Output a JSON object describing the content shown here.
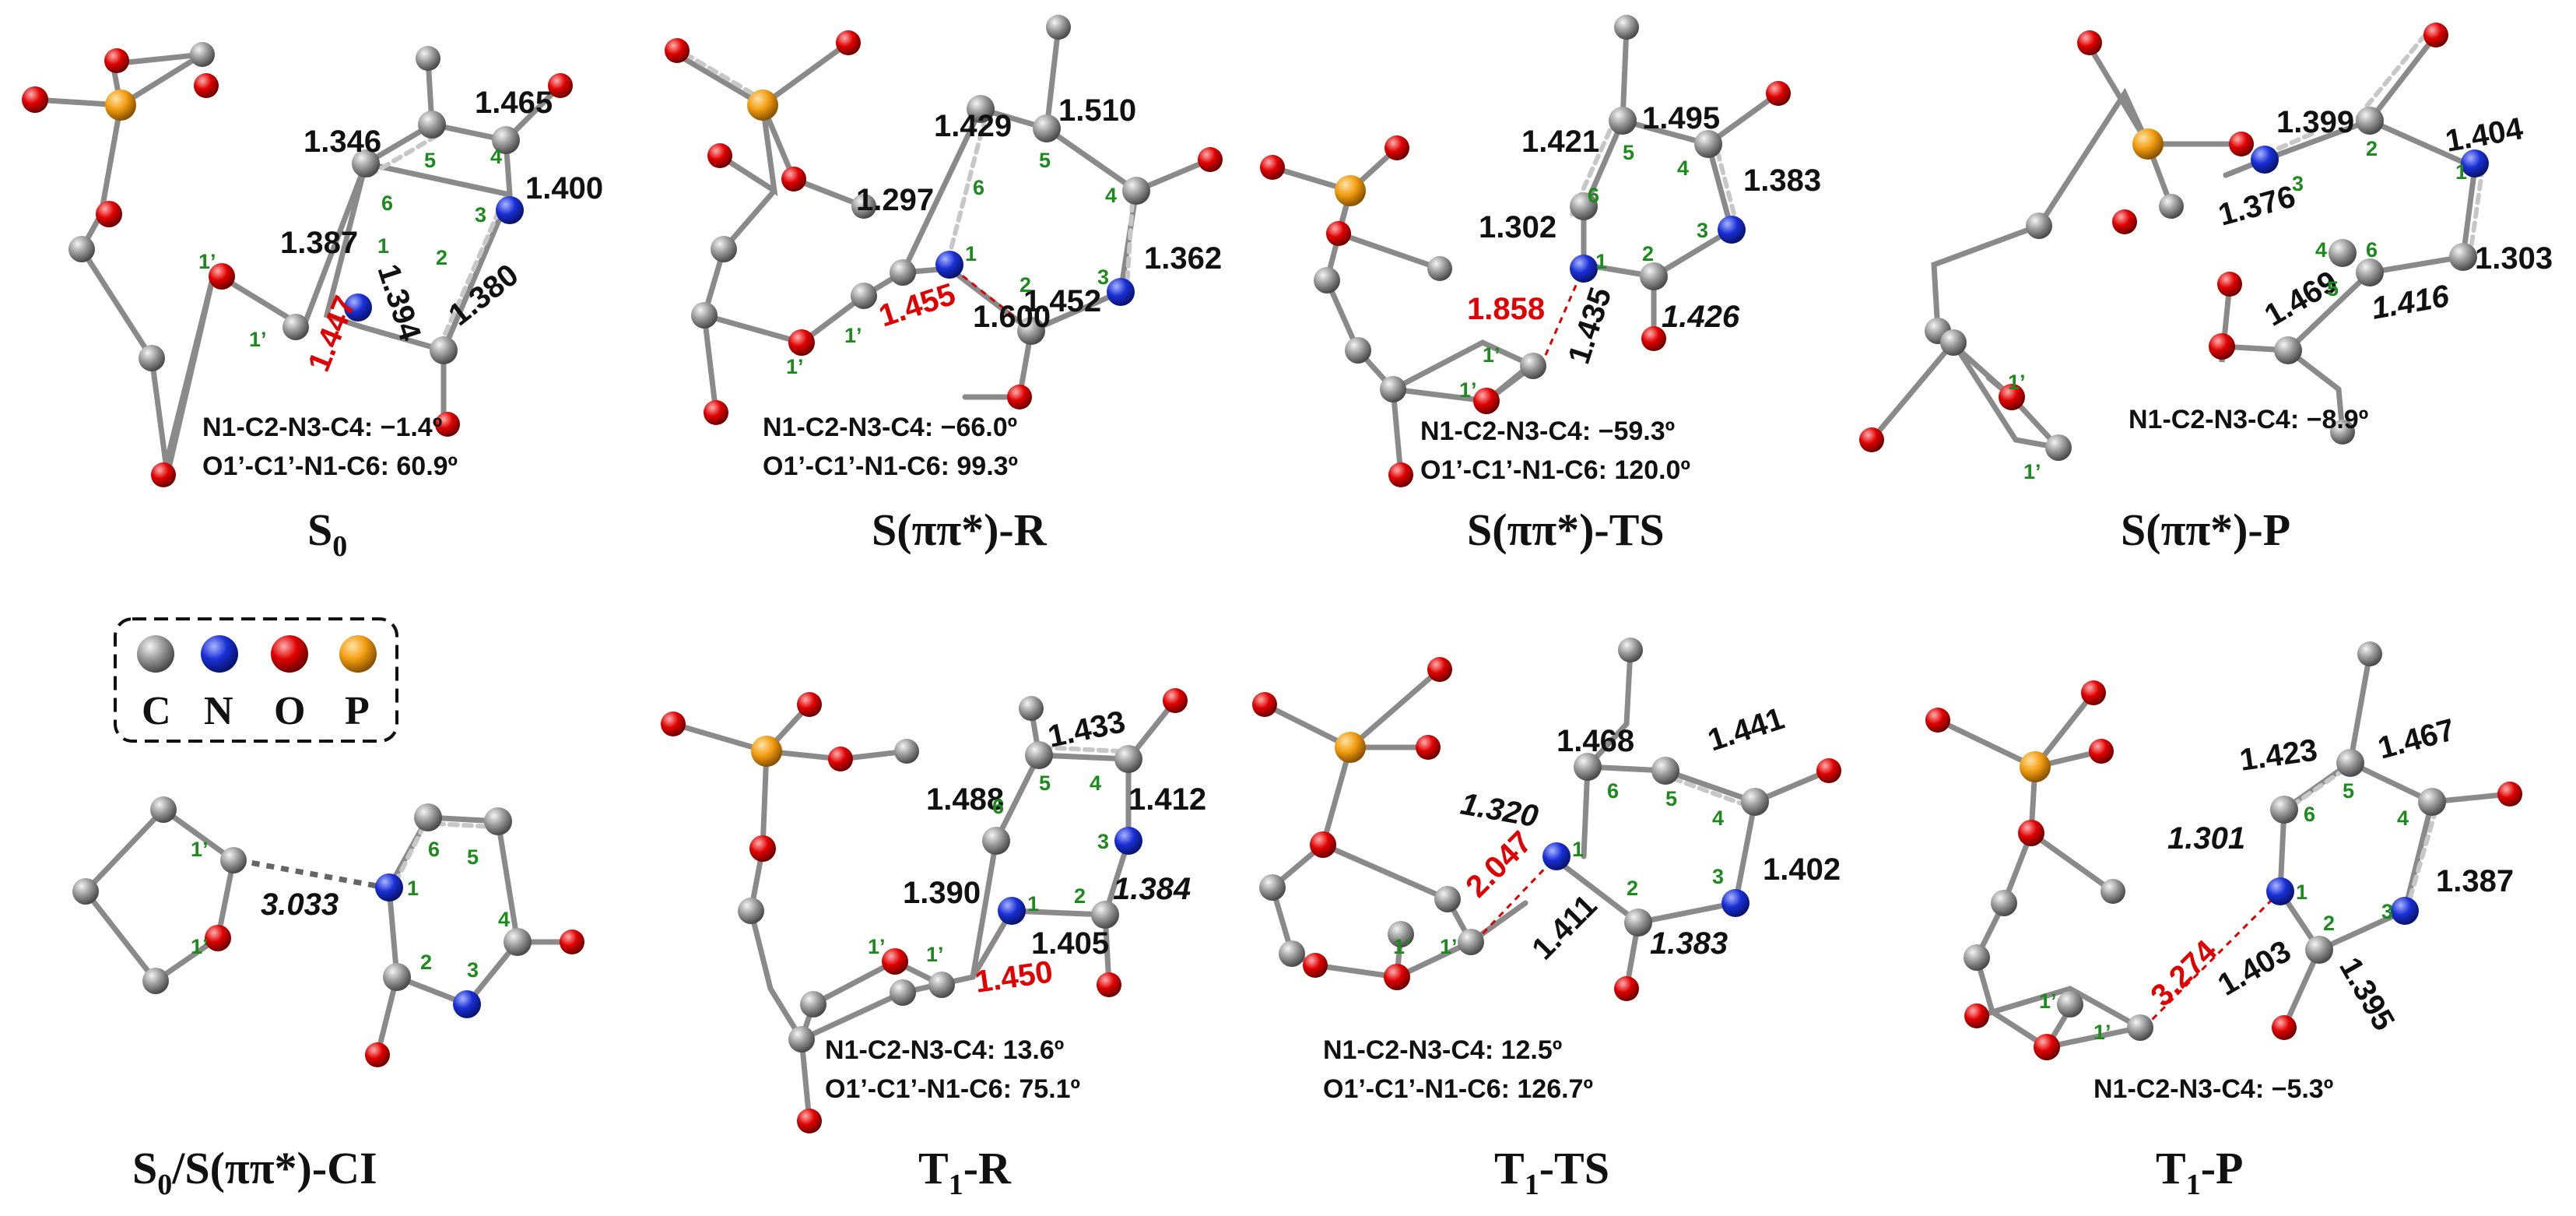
{
  "legend": {
    "carbon": "C",
    "nitrogen": "N",
    "oxygen": "O",
    "phosphorus": "P"
  },
  "colors": {
    "carbon": "#8a8a8a",
    "nitrogen": "#1a2fd6",
    "oxygen": "#e00000",
    "phosphorus": "#f29d10",
    "highlight": "#e00000",
    "atom_numbers": "#1d8a1d"
  },
  "atom_numbers": {
    "n1": "1",
    "c2": "2",
    "n3": "3",
    "c4": "4",
    "c5": "5",
    "c6": "6",
    "c1p": "1’",
    "o1p": "1’"
  },
  "panels": [
    {
      "title_main": "S",
      "title_sub": "0",
      "title_tail": "",
      "bonds": [
        "1.465",
        "1.346",
        "1.400",
        "1.387",
        "1.394",
        "1.380",
        "1.447"
      ],
      "geom": [
        "N1-C2-N3-C4: −1.4º",
        "O1’-C1’-N1-C6: 60.9º"
      ]
    },
    {
      "title_main": "S(ππ*)-R",
      "title_sub": "",
      "title_tail": "",
      "bonds": [
        "1.429",
        "1.510",
        "1.297",
        "1.362",
        "1.455",
        "1.600",
        "1.452"
      ],
      "geom": [
        "N1-C2-N3-C4: −66.0º",
        "O1’-C1’-N1-C6: 99.3º"
      ]
    },
    {
      "title_main": "S(ππ*)-TS",
      "title_sub": "",
      "title_tail": "",
      "bonds": [
        "1.495",
        "1.421",
        "1.383",
        "1.302",
        "1.858",
        "1.435",
        "1.426"
      ],
      "geom": [
        "N1-C2-N3-C4: −59.3º",
        "O1’-C1’-N1-C6: 120.0º"
      ]
    },
    {
      "title_main": "S(ππ*)-P",
      "title_sub": "",
      "title_tail": "",
      "bonds": [
        "1.399",
        "1.404",
        "1.376",
        "1.303",
        "1.469",
        "1.416"
      ],
      "geom": [
        "N1-C2-N3-C4: −8.9º"
      ]
    },
    {
      "title_main": "S",
      "title_sub": "0",
      "title_tail": "/S(ππ*)-CI",
      "bonds": [
        "3.033"
      ],
      "geom": []
    },
    {
      "title_main": "T",
      "title_sub": "1",
      "title_tail": "-R",
      "bonds": [
        "1.433",
        "1.488",
        "1.412",
        "1.390",
        "1.384",
        "1.405",
        "1.450"
      ],
      "geom": [
        "N1-C2-N3-C4: 13.6º",
        "O1’-C1’-N1-C6: 75.1º"
      ]
    },
    {
      "title_main": "T",
      "title_sub": "1",
      "title_tail": "-TS",
      "bonds": [
        "1.468",
        "1.441",
        "1.320",
        "1.402",
        "2.047",
        "1.411",
        "1.383"
      ],
      "geom": [
        "N1-C2-N3-C4: 12.5º",
        "O1’-C1’-N1-C6: 126.7º"
      ]
    },
    {
      "title_main": "T",
      "title_sub": "1",
      "title_tail": "-P",
      "bonds": [
        "1.423",
        "1.467",
        "1.301",
        "1.387",
        "3.274",
        "1.403",
        "1.395"
      ],
      "geom": [
        "N1-C2-N3-C4: −5.3º"
      ]
    }
  ]
}
